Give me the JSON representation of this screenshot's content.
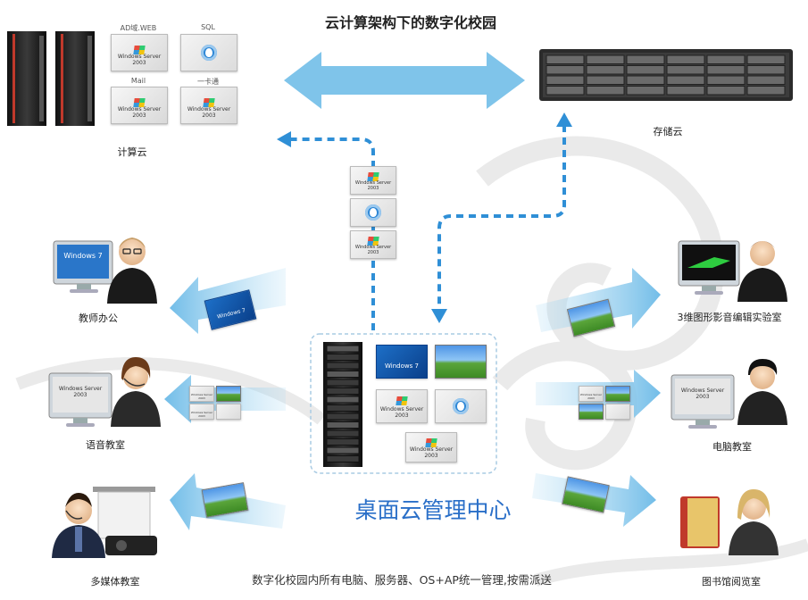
{
  "title": "云计算架构下的数字化校园",
  "compute_cloud": {
    "label": "计算云",
    "tiles": {
      "ad_web": "AD域.WEB",
      "sql": "SQL",
      "mail": "Mail",
      "card": "一卡通"
    },
    "ws_text": "Windows Server 2003"
  },
  "storage_cloud": {
    "label": "存储云"
  },
  "center": {
    "label": "桌面云管理中心",
    "win7_text": "Windows 7",
    "ws_text": "Windows Server 2003"
  },
  "stack_ws_text": "Windows Server 2003",
  "endpoints": {
    "teacher_office": "教师办公",
    "language_lab": "语音教室",
    "multimedia_room": "多媒体教室",
    "graphics_lab": "3维图形影音编辑实验室",
    "computer_room": "电脑教室",
    "library_room": "图书馆阅览室"
  },
  "arrow_tiles": {
    "win7": "Windows 7",
    "ws": "Windows Server 2003"
  },
  "bottom_caption": "数字化校园内所有电脑、服务器、OS+AP统一管理,按需派送",
  "colors": {
    "arrow": "#7fc4ea",
    "dashed": "#2f8fd6",
    "center_text": "#2a6fc8"
  }
}
